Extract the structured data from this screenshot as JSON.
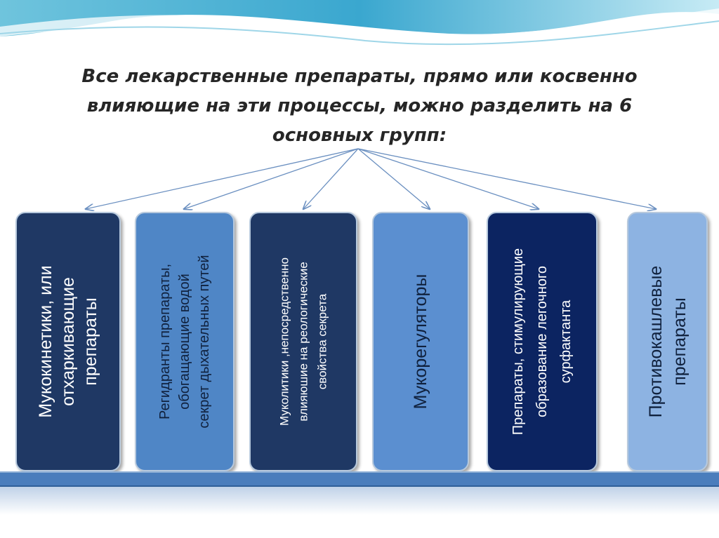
{
  "title": {
    "text": "Все лекарственные препараты, прямо или косвенно\nвлияющие на эти процессы,   можно разделить на 6\nосновных групп:"
  },
  "groups": [
    {
      "label": "Мукокинетики, или\nотхаркивающие\nпрепараты",
      "fill": "#1f3864",
      "text_color": "#ffffff"
    },
    {
      "label": "Регидранты препараты,\nобогащающие водой\nсекрет дыхательных путей",
      "fill": "#4f86c6",
      "text_color": "#10213d"
    },
    {
      "label": "Муколитики ,непосредственно\nвлияюшие на реологические\nсвойства секрета",
      "fill": "#1f3864",
      "text_color": "#ffffff"
    },
    {
      "label": "Мукорегуляторы",
      "fill": "#5b8fd0",
      "text_color": "#10213d"
    },
    {
      "label": "Препараты, стимулирующие\nобразование легочного\nсурфактанта",
      "fill": "#0c2461",
      "text_color": "#ffffff"
    },
    {
      "label": "Противокашлевые\nпрепараты",
      "fill": "#8db3e2",
      "text_color": "#10213d"
    }
  ],
  "colors": {
    "arrow": "#6a8fc0",
    "shelf": "#4a7dbc"
  }
}
